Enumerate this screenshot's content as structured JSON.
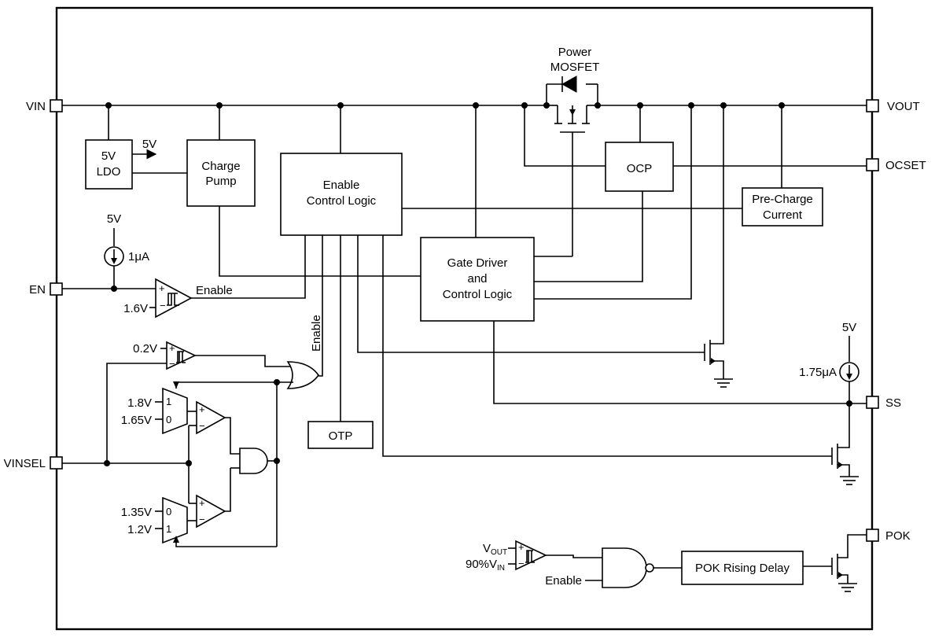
{
  "pins": {
    "vin": "VIN",
    "vout": "VOUT",
    "ocset": "OCSET",
    "en": "EN",
    "vinsel": "VINSEL",
    "ss": "SS",
    "pok": "POK"
  },
  "blocks": {
    "ldo_line1": "5V",
    "ldo_line2": "LDO",
    "charge_pump_line1": "Charge",
    "charge_pump_line2": "Pump",
    "enable_logic_line1": "Enable",
    "enable_logic_line2": "Control Logic",
    "gate_driver_line1": "Gate Driver",
    "gate_driver_line2": "and",
    "gate_driver_line3": "Control Logic",
    "ocp": "OCP",
    "precharge_line1": "Pre-Charge",
    "precharge_line2": "Current",
    "otp": "OTP",
    "pok_delay": "POK Rising Delay"
  },
  "mosfet": {
    "line1": "Power",
    "line2": "MOSFET"
  },
  "labels": {
    "ldo_out": "5V",
    "en_supply": "5V",
    "en_current": "1μA",
    "en_threshold": "1.6V",
    "enable_signal": "Enable",
    "enable_vertical": "Enable",
    "vinsel_thresh": "0.2V",
    "mux1_in1": "1.8V",
    "mux1_in0": "1.65V",
    "mux2_in0": "1.35V",
    "mux2_in1": "1.2V",
    "mux1_sel1": "1",
    "mux1_sel0": "0",
    "mux2_sel0": "0",
    "mux2_sel1": "1",
    "ss_supply": "5V",
    "ss_current": "1.75μA",
    "pok_vout_main": "V",
    "pok_vout_sub": "OUT",
    "pok_vin_main": "90%V",
    "pok_vin_sub": "IN",
    "pok_enable": "Enable"
  }
}
